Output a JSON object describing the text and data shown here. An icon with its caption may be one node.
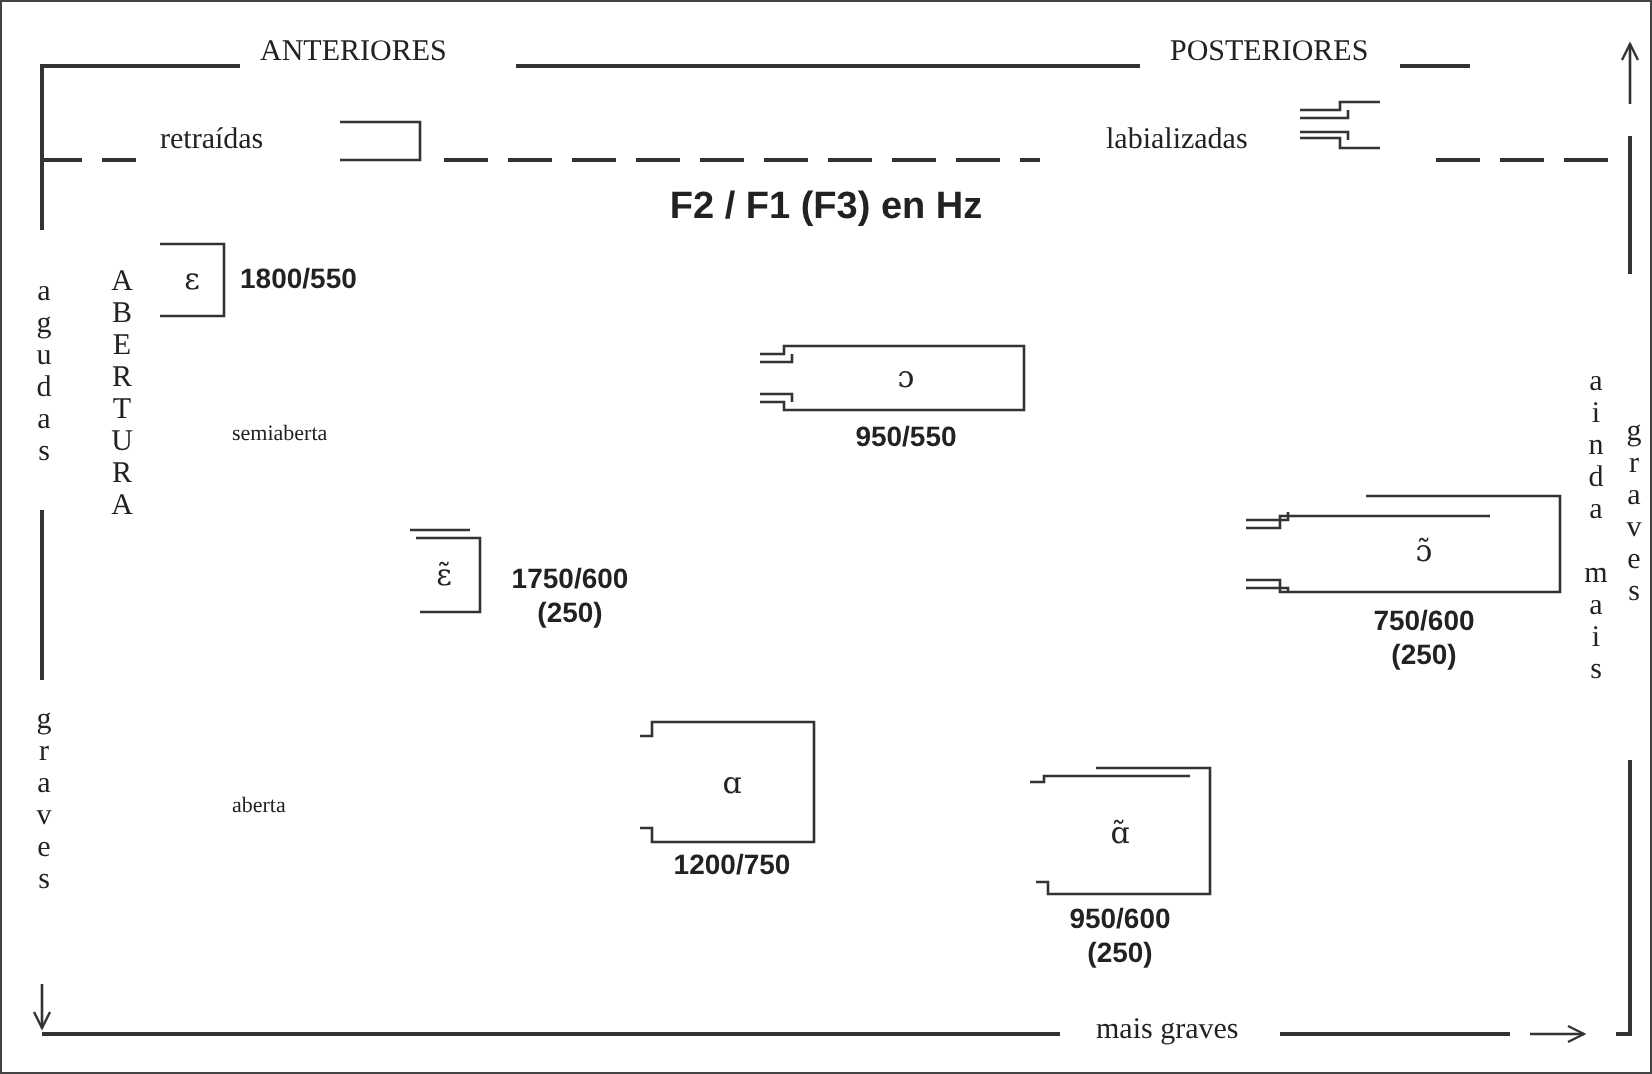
{
  "diagram": {
    "title": "F2 / F1 (F3) en Hz",
    "nodes": [
      {
        "text": [
          "ε"
        ],
        "beside": [
          "1800/550"
        ]
      },
      {
        "text": [
          "ɔ"
        ],
        "beside": [
          "950/550"
        ]
      },
      {
        "text": [
          "ɛ̃"
        ],
        "beside": [
          "1750/600 (250)"
        ]
      },
      {
        "text": [
          "ɔ̃"
        ],
        "beside": [
          "750/600 (250)"
        ]
      },
      {
        "text": [
          "ɑ"
        ],
        "beside": [
          "1200/750"
        ]
      },
      {
        "text": [
          "ɑ̃"
        ],
        "beside": [
          "950/600 (250)"
        ]
      }
    ],
    "labels": [
      "ANTERIORES",
      "POSTERIORES",
      "retraídas",
      "labializadas",
      "agudas",
      "ABERTURA",
      "semiaberta",
      "ainda mais",
      "graves",
      "graves",
      "aberta",
      "mais graves"
    ]
  }
}
